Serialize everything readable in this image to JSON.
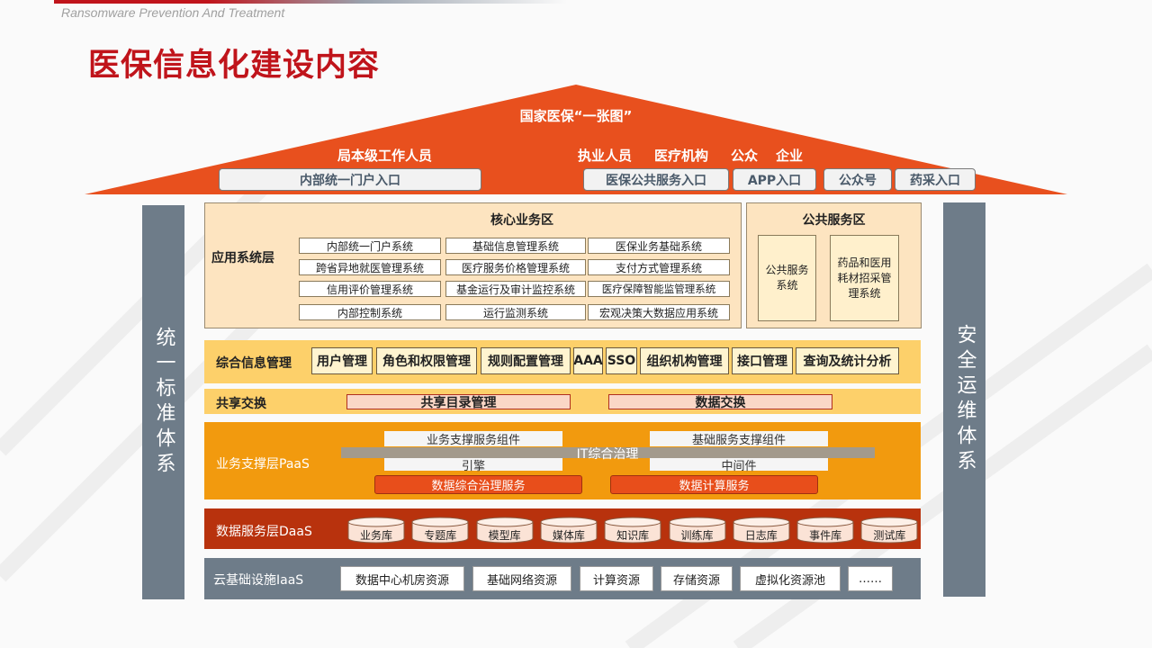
{
  "brand_text": "Ransomware Prevention And Treatment",
  "page_title": "医保信息化建设内容",
  "roof": {
    "title": "国家医保“一张图”",
    "left_label": "局本级工作人员",
    "right_labels": [
      "执业人员",
      "医疗机构",
      "公众",
      "企业"
    ],
    "entries": [
      "内部统一门户入口",
      "医保公共服务入口",
      "APP入口",
      "公众号",
      "药采入口"
    ]
  },
  "pillars": {
    "left": "统一标准体系",
    "right": "安全运维体系"
  },
  "core": {
    "layer_label": "应用系统层",
    "title": "核心业务区",
    "systems": [
      "内部统一门户系统",
      "基础信息管理系统",
      "医保业务基础系统",
      "跨省异地就医管理系统",
      "医疗服务价格管理系统",
      "支付方式管理系统",
      "信用评价管理系统",
      "基金运行及审计监控系统",
      "医疗保障智能监管理系统",
      "内部控制系统",
      "运行监测系统",
      "宏观决策大数据应用系统"
    ]
  },
  "public": {
    "title": "公共服务区",
    "systems": [
      "公共服务系统",
      "药品和医用耗材招采管理系统"
    ]
  },
  "info_mgmt": {
    "label": "综合信息管理",
    "items": [
      "用户管理",
      "角色和权限管理",
      "规则配置管理",
      "AAA",
      "SSO",
      "组织机构管理",
      "接口管理",
      "查询及统计分析"
    ]
  },
  "share": {
    "label": "共享交换",
    "items": [
      "共享目录管理",
      "数据交换"
    ]
  },
  "paas": {
    "label": "业务支撑层PaaS",
    "left_top": "业务支撑服务组件",
    "left_bottom": "引擎",
    "right_top": "基础服务支撑组件",
    "right_bottom": "中间件",
    "bar": "IT综合治理",
    "services": [
      "数据综合治理服务",
      "数据计算服务"
    ]
  },
  "daas": {
    "label": "数据服务层DaaS",
    "dbs": [
      "业务库",
      "专题库",
      "模型库",
      "媒体库",
      "知识库",
      "训练库",
      "日志库",
      "事件库",
      "测试库"
    ]
  },
  "iaas": {
    "label": "云基础设施IaaS",
    "items": [
      "数据中心机房资源",
      "基础网络资源",
      "计算资源",
      "存储资源",
      "虚拟化资源池",
      "……"
    ]
  },
  "colors": {
    "accent_red": "#c0141b",
    "roof_orange": "#e8501e",
    "pillar_gray": "#6e7c89",
    "paas_orange": "#f29a0e",
    "daas_red": "#b8320d"
  }
}
